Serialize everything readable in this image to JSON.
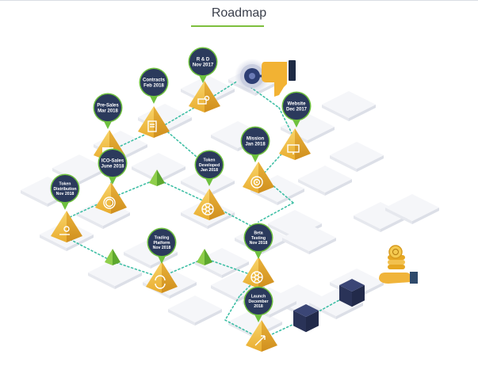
{
  "header": {
    "title": "Roadmap"
  },
  "milestones": [
    {
      "id": "rnd",
      "line1": "R & D",
      "line2": "Nov 2017",
      "line3": "",
      "icon": "gear-hand-icon"
    },
    {
      "id": "contracts",
      "line1": "Contracts",
      "line2": "Feb 2018",
      "line3": "",
      "icon": "document-pen-icon"
    },
    {
      "id": "presales",
      "line1": "Pre-Sales",
      "line2": "Mar 2018",
      "line3": "",
      "icon": "ticket-icon"
    },
    {
      "id": "website",
      "line1": "Website",
      "line2": "Dec 2017",
      "line3": "",
      "icon": "monitor-icon"
    },
    {
      "id": "mission",
      "line1": "Mission",
      "line2": "Jan 2018",
      "line3": "",
      "icon": "target-icon"
    },
    {
      "id": "icosales",
      "line1": "ICO-Sales",
      "line2": "June 2018",
      "line3": "",
      "icon": "ico-coin-icon"
    },
    {
      "id": "tokendev",
      "line1": "Token",
      "line2": "Developed",
      "line3": "Jan 2018",
      "icon": "wheel-icon"
    },
    {
      "id": "tokendist",
      "line1": "Token",
      "line2": "Distribution",
      "line3": "Nov 2018",
      "icon": "hand-coin-icon"
    },
    {
      "id": "trading",
      "line1": "Trading",
      "line2": "Platform",
      "line3": "Nov 2018",
      "icon": "exchange-icon"
    },
    {
      "id": "beta",
      "line1": "Beta",
      "line2": "Testing",
      "line3": "Nov 2018",
      "icon": "cog-icon"
    },
    {
      "id": "launch",
      "line1": "Launch",
      "line2": "December",
      "line3": "2018",
      "icon": "rocket-icon"
    }
  ],
  "colors": {
    "accent_green": "#7dbf3d",
    "pin_navy": "#2b3a5c",
    "gold": "#f2c14e",
    "dark_cube": "#2f3a60",
    "path_teal": "#3fbfa5"
  }
}
